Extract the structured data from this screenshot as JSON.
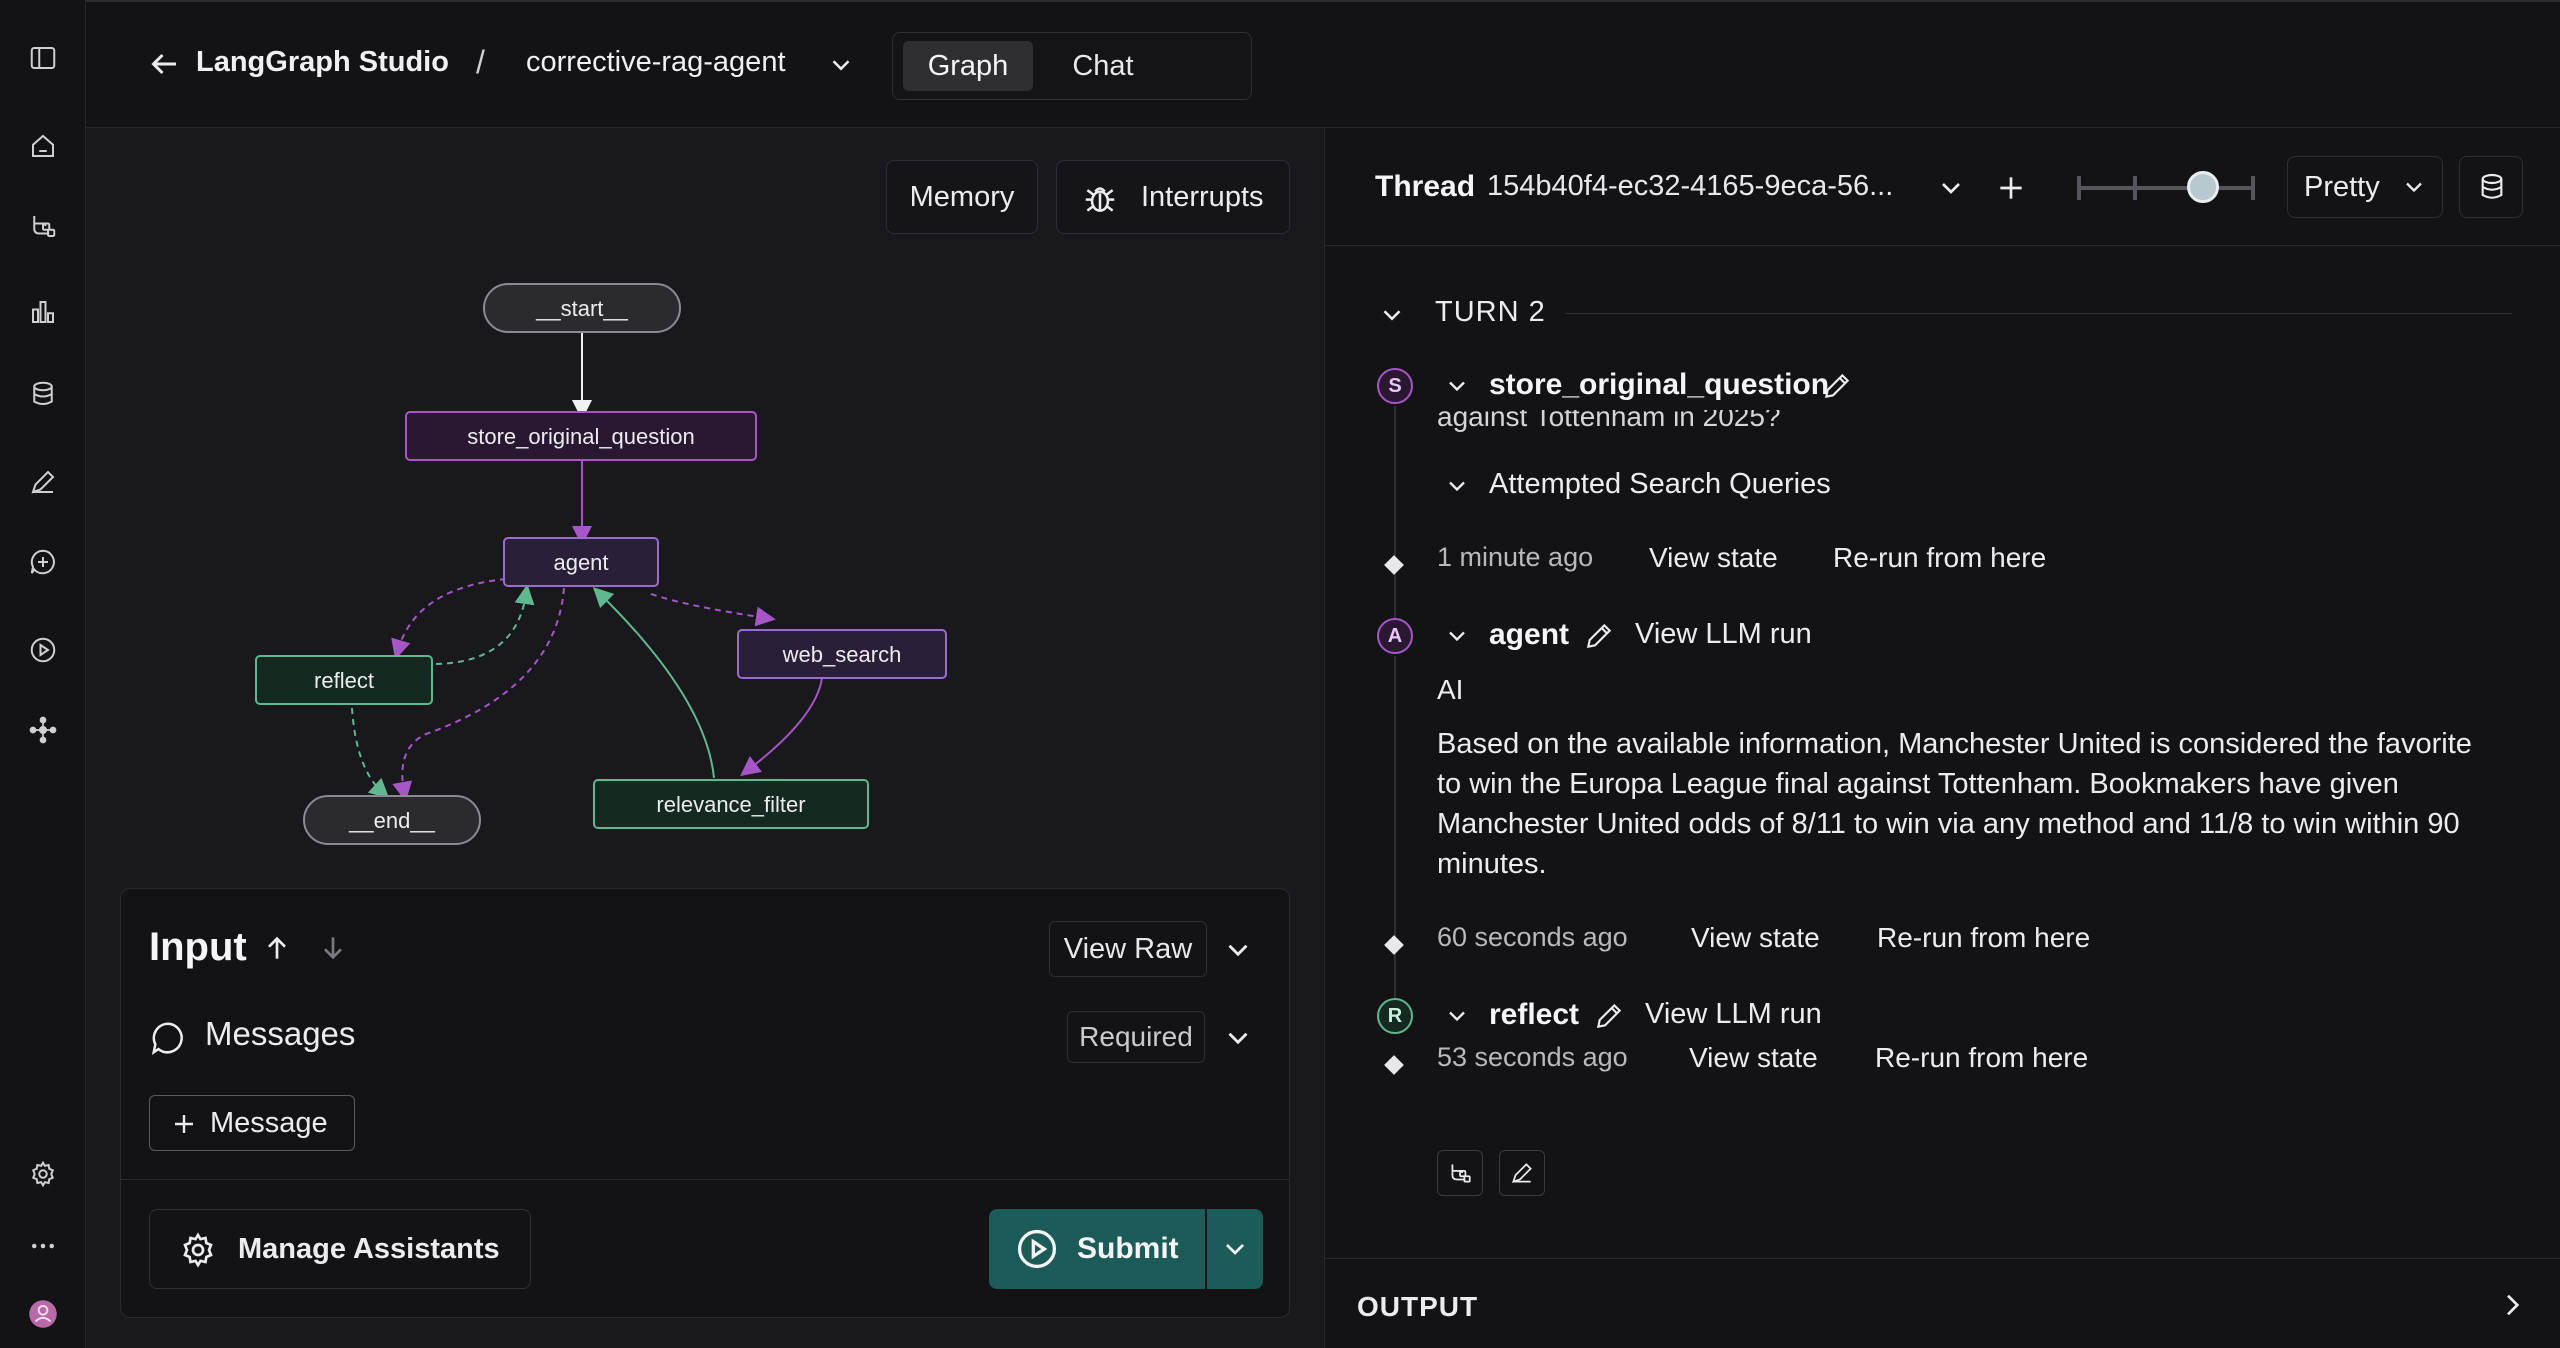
{
  "header": {
    "studio_label": "LangGraph Studio",
    "separator": "/",
    "graph_name": "corrective-rag-agent",
    "tabs": [
      {
        "label": "Graph",
        "active": true
      },
      {
        "label": "Chat",
        "active": false
      }
    ]
  },
  "graph": {
    "memory_label": "Memory",
    "interrupts_label": "Interrupts",
    "nodes": {
      "start": "__start__",
      "store_original_question": "store_original_question",
      "agent": "agent",
      "reflect": "reflect",
      "web_search": "web_search",
      "end": "__end__",
      "relevance_filter": "relevance_filter"
    },
    "colors": {
      "purple": "#a855c8",
      "green": "#5fb88f"
    }
  },
  "input": {
    "title": "Input",
    "view_raw_label": "View Raw",
    "messages_label": "Messages",
    "required_label": "Required",
    "add_message_label": "Message",
    "manage_assistants_label": "Manage Assistants",
    "submit_label": "Submit",
    "accent": "#1c5b58"
  },
  "thread": {
    "label": "Thread",
    "id": "154b40f4-ec32-4165-9eca-56...",
    "view_mode": "Pretty",
    "turn_label": "TURN 2",
    "steps": [
      {
        "badge": "S",
        "name": "store_original_question",
        "cut_text": "against Tottenham in 2025?",
        "subsection": "Attempted Search Queries",
        "time": "1 minute ago",
        "view_state": "View state",
        "rerun": "Re-run from here"
      },
      {
        "badge": "A",
        "name": "agent",
        "llm_link": "View LLM run",
        "role": "AI",
        "message": "Based on the available information, Manchester United is considered the favorite to win the Europa League final against Tottenham. Bookmakers have given Manchester United odds of 8/11 to win via any method and 11/8 to win within 90 minutes.",
        "time": "60 seconds ago",
        "view_state": "View state",
        "rerun": "Re-run from here"
      },
      {
        "badge": "R",
        "name": "reflect",
        "llm_link": "View LLM run",
        "time": "53 seconds ago",
        "view_state": "View state",
        "rerun": "Re-run from here"
      }
    ],
    "output_label": "OUTPUT"
  }
}
